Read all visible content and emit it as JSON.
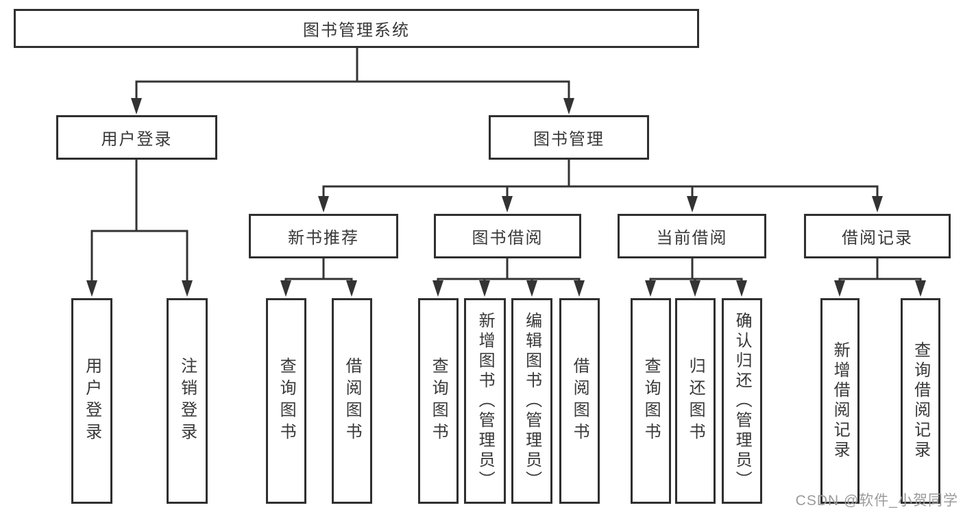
{
  "diagram": {
    "root": {
      "label": "图书管理系统"
    },
    "level2": {
      "login": {
        "label": "用户登录"
      },
      "books": {
        "label": "图书管理"
      }
    },
    "level3": {
      "newbook": {
        "label": "新书推荐"
      },
      "borrow": {
        "label": "图书借阅"
      },
      "current": {
        "label": "当前借阅"
      },
      "records": {
        "label": "借阅记录"
      }
    },
    "leaves": {
      "userLogin": {
        "label": "用户登录"
      },
      "logout": {
        "label": "注销登录"
      },
      "nbQuery": {
        "label": "查询图书"
      },
      "nbBorrow": {
        "label": "借阅图书"
      },
      "bwQuery": {
        "label": "查询图书"
      },
      "bwAdd": {
        "label": "新增图书（管理员）"
      },
      "bwEdit": {
        "label": "编辑图书（管理员）"
      },
      "bwBorrow": {
        "label": "借阅图书"
      },
      "curQuery": {
        "label": "查询图书"
      },
      "curReturn": {
        "label": "归还图书"
      },
      "curConfirm": {
        "label": "确认归还（管理员）"
      },
      "recAdd": {
        "label": "新增借阅记录"
      },
      "recQuery": {
        "label": "查询借阅记录"
      }
    }
  },
  "watermark": {
    "text": "CSDN @软件_小贺同学"
  },
  "colors": {
    "line": "#333333",
    "border": "#2f2f2f",
    "text": "#383838",
    "watermark": "#9b9b9b",
    "background": "#ffffff"
  }
}
